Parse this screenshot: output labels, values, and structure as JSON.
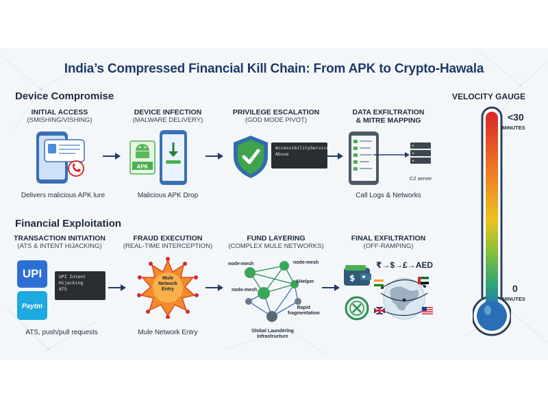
{
  "title": "India’s Compressed Financial Kill Chain: From APK to Crypto-Hawala",
  "sections": {
    "device": "Device Compromise",
    "financial": "Financial Exploitation"
  },
  "device_steps": [
    {
      "title": "INITIAL ACCESS",
      "sub": "(SMISHING/VISHING)",
      "caption": "Delivers malicious APK lure"
    },
    {
      "title": "DEVICE INFECTION",
      "sub": "(MALWARE DELIVERY)",
      "caption": "Malicious APK Drop"
    },
    {
      "title": "PRIVILEGE ESCALATION",
      "sub": "(GOD MODE PIVOT)",
      "caption": ""
    },
    {
      "title": "DATA EXFILTRATION",
      "title2": "& MITRE MAPPING",
      "sub": "",
      "caption": "Call Logs & Networks"
    }
  ],
  "financial_steps": [
    {
      "title": "TRANSACTION INITIATION",
      "sub": "(ATS & INTENT HIJACKING)",
      "caption": "ATS, push/pull requests"
    },
    {
      "title": "FRAUD EXECUTION",
      "sub": "(REAL-TIME INTERCEPTION)",
      "caption": "Mule Network Entry"
    },
    {
      "title": "FUND LAYERING",
      "sub": "(COMPLEX MULE NETWORKS)",
      "caption": ""
    },
    {
      "title": "FINAL EXFILTRATION",
      "sub": "(OFF-RAMPING)",
      "caption": ""
    }
  ],
  "labels": {
    "apk": "APK",
    "accessibility_1": "AccessibilityService",
    "accessibility_2": "Abuse",
    "c2": "C2 server",
    "upi": "UPI",
    "paytm": "Paytm",
    "intent_1": "UPI Intent Hijacking",
    "intent_2": "ATS",
    "mule_1": "Mule",
    "mule_2": "Network",
    "mule_3": "Entry",
    "node_mesh": "node-mesh",
    "xhelper": "XHelper",
    "rapid_1": "Rapid",
    "rapid_2": "fragmentation",
    "global_1": "Global Laundering",
    "global_2": "Infrastructure",
    "currency": "₹→$→£→AED"
  },
  "gauge": {
    "title": "VELOCITY GAUGE",
    "top_value": "<30",
    "top_unit": "MINUTES",
    "bottom_value": "0",
    "bottom_unit": "MINUTES"
  },
  "colors": {
    "title_blue": "#1f3a68",
    "arrow": "#1f3a68",
    "gauge_top": "#d9262a",
    "gauge_bottom": "#2a6fb5"
  }
}
